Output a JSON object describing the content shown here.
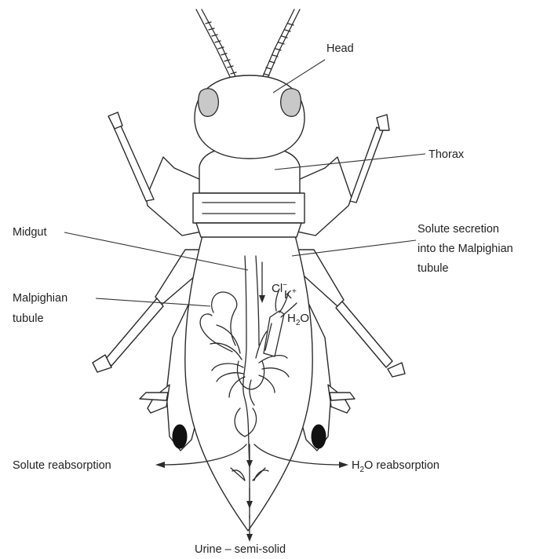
{
  "labels": {
    "head": "Head",
    "thorax": "Thorax",
    "midgut": "Midgut",
    "solute_secretion": [
      "Solute secretion",
      "into the Malpighian",
      "tubule"
    ],
    "malpighian_tubule": [
      "Malpighian",
      "tubule"
    ],
    "solute_reabsorption": "Solute reabsorption",
    "water_reabsorption": {
      "prefix": "H",
      "sub": "2",
      "suffix": "O reabsorption"
    },
    "urine": "Urine – semi-solid"
  },
  "ions": {
    "chloride": {
      "base": "Cl",
      "sup": "−"
    },
    "potassium": {
      "base": "K",
      "sup": "+"
    },
    "water": {
      "prefix": "H",
      "sub": "2",
      "suffix": "O"
    }
  },
  "colors": {
    "line": "#2b2b2b",
    "eye_fill": "#c8c8c8",
    "spot_fill": "#111111",
    "text": "#222222"
  }
}
